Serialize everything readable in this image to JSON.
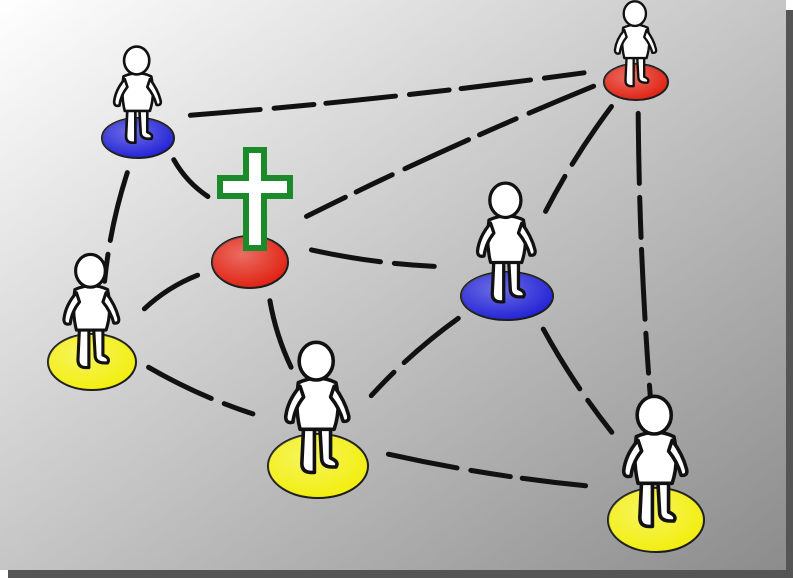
{
  "diagram": {
    "kind": "network-of-people",
    "background": {
      "gradient_start": "#ffffff",
      "gradient_end": "#8c8c8c",
      "shadow": "#555555"
    },
    "colors": {
      "blue": "#1f1fd6",
      "red": "#e01e0e",
      "yellow": "#f2ee0a",
      "link": "#111111",
      "figure_fill": "#ffffff",
      "figure_outline": "#111111",
      "cross_fill": "#ffffff",
      "cross_outline": "#1a8a2a"
    },
    "nodes": [
      {
        "id": "person-top-left",
        "base_color": "blue",
        "has_person": true
      },
      {
        "id": "person-top-right",
        "base_color": "red",
        "has_person": true
      },
      {
        "id": "cross-center",
        "base_color": "red",
        "has_person": false,
        "icon": "cross-icon"
      },
      {
        "id": "person-center-right",
        "base_color": "blue",
        "has_person": true
      },
      {
        "id": "person-left",
        "base_color": "yellow",
        "has_person": true
      },
      {
        "id": "person-bottom-center",
        "base_color": "yellow",
        "has_person": true
      },
      {
        "id": "person-bottom-right",
        "base_color": "yellow",
        "has_person": true
      }
    ],
    "links": [
      [
        "person-top-left",
        "person-top-right"
      ],
      [
        "person-top-left",
        "cross-center"
      ],
      [
        "person-top-left",
        "person-left"
      ],
      [
        "person-top-right",
        "cross-center"
      ],
      [
        "person-top-right",
        "person-center-right"
      ],
      [
        "person-top-right",
        "person-bottom-right"
      ],
      [
        "cross-center",
        "person-center-right"
      ],
      [
        "cross-center",
        "person-left"
      ],
      [
        "cross-center",
        "person-bottom-center"
      ],
      [
        "person-center-right",
        "person-bottom-center"
      ],
      [
        "person-center-right",
        "person-bottom-right"
      ],
      [
        "person-left",
        "person-bottom-center"
      ],
      [
        "person-bottom-center",
        "person-bottom-right"
      ]
    ]
  }
}
